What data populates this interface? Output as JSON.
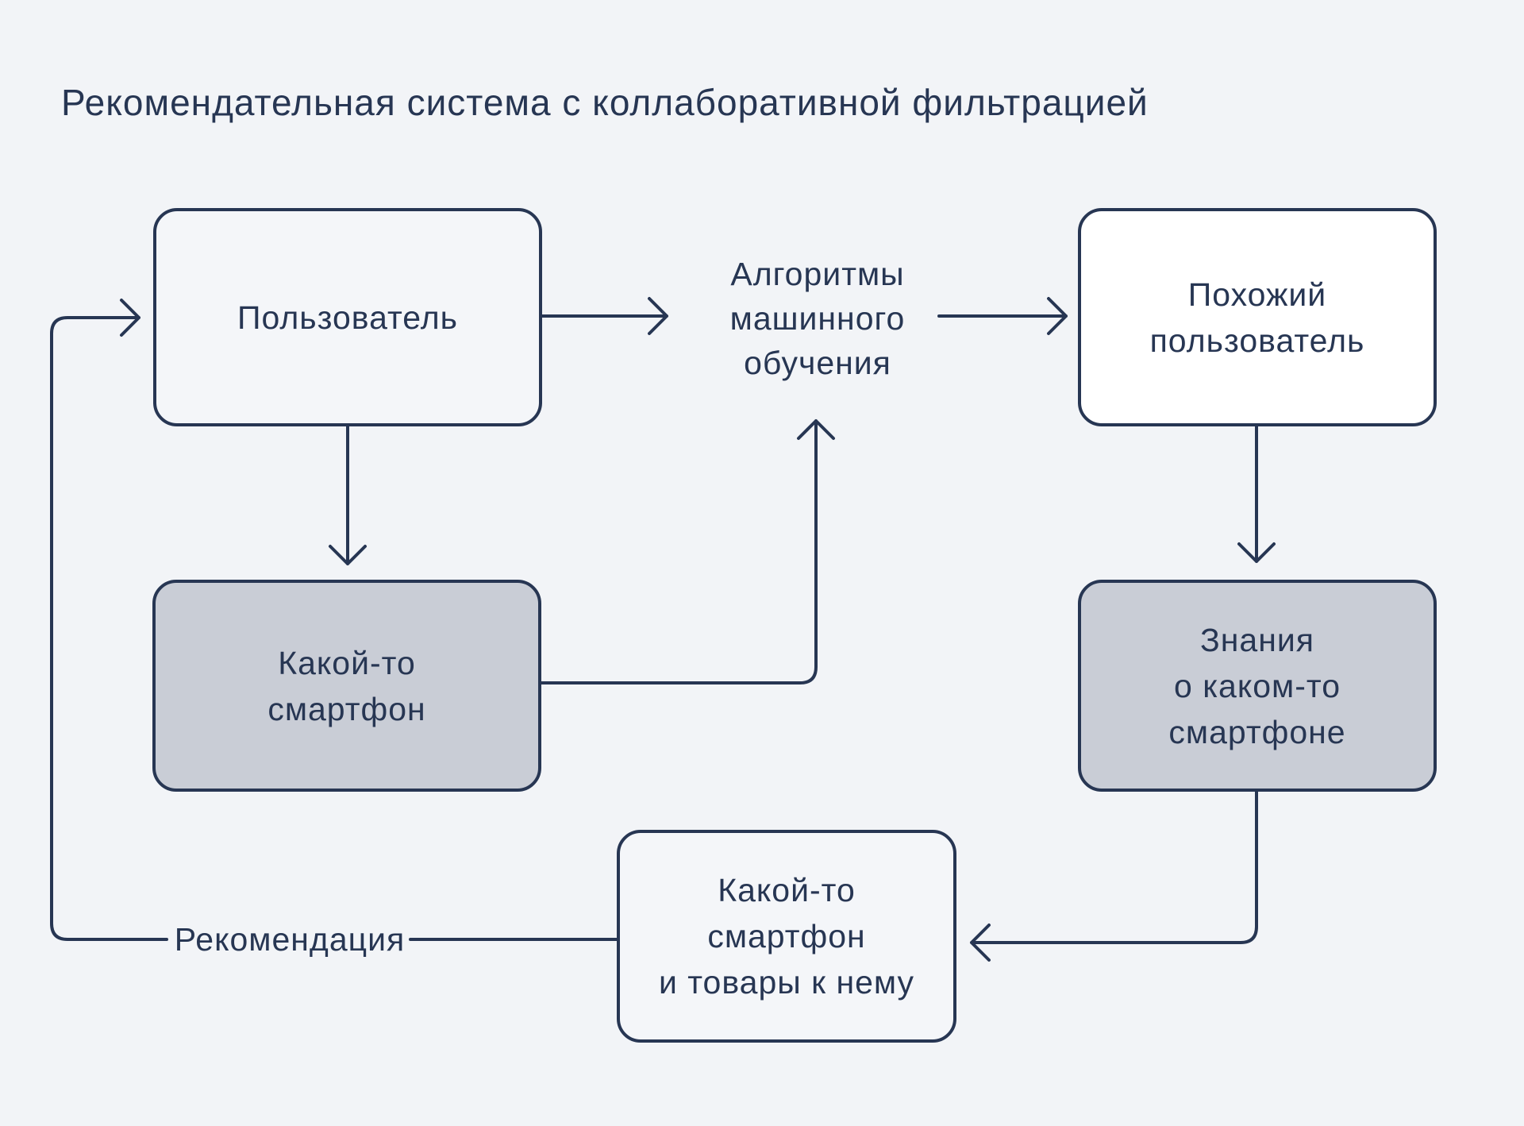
{
  "title": "Рекомендательная система с коллаборативной фильтрацией",
  "colors": {
    "bg": "#f2f4f7",
    "ink": "#273653",
    "fill-light": "#f4f6f9",
    "fill-white": "#ffffff",
    "fill-gray": "#c9cdd6"
  },
  "diagram": {
    "nodes": {
      "user": {
        "lines": [
          "Пользователь"
        ]
      },
      "ml_algorithms": {
        "lines": [
          "Алгоритмы",
          "машинного",
          "обучения"
        ]
      },
      "similar_user": {
        "lines": [
          "Похожий",
          "пользователь"
        ]
      },
      "some_smartphone": {
        "lines": [
          "Какой-то",
          "смартфон"
        ]
      },
      "knowledge": {
        "lines": [
          "Знания",
          "о каком-то",
          "смартфоне"
        ]
      },
      "recommendation_output": {
        "lines": [
          "Какой-то",
          "смартфон",
          "и товары к нему"
        ]
      }
    },
    "edges": [
      {
        "from": "user",
        "to": "ml_algorithms"
      },
      {
        "from": "ml_algorithms",
        "to": "similar_user"
      },
      {
        "from": "user",
        "to": "some_smartphone"
      },
      {
        "from": "some_smartphone",
        "to": "ml_algorithms"
      },
      {
        "from": "similar_user",
        "to": "knowledge"
      },
      {
        "from": "knowledge",
        "to": "recommendation_output"
      },
      {
        "from": "recommendation_output",
        "to": "user",
        "label": "Рекомендация"
      }
    ]
  }
}
